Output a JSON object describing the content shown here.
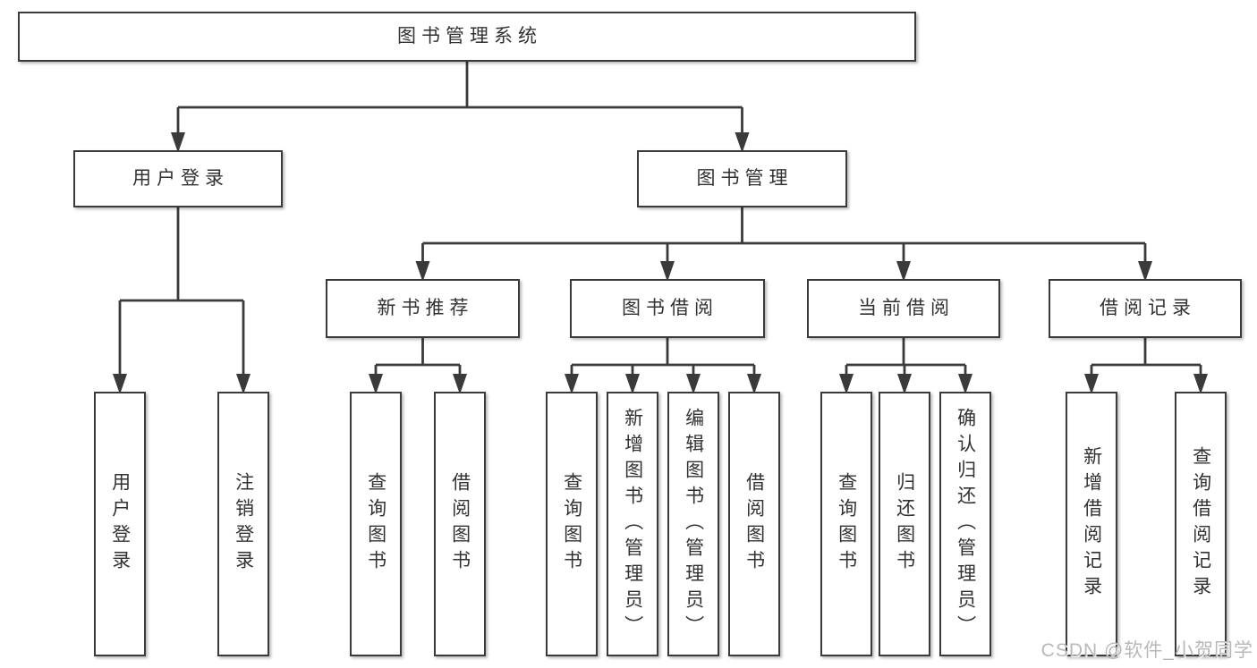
{
  "diagram": {
    "type": "hierarchy-tree",
    "title": "图书管理系统",
    "nodes": [
      {
        "id": "root",
        "label": "图书管理系统",
        "parent": null
      },
      {
        "id": "user-login",
        "label": "用户登录",
        "parent": "root"
      },
      {
        "id": "book-mgmt",
        "label": "图书管理",
        "parent": "root"
      },
      {
        "id": "new-book-rec",
        "label": "新书推荐",
        "parent": "book-mgmt"
      },
      {
        "id": "book-borrow",
        "label": "图书借阅",
        "parent": "book-mgmt"
      },
      {
        "id": "current-borrow",
        "label": "当前借阅",
        "parent": "book-mgmt"
      },
      {
        "id": "borrow-records",
        "label": "借阅记录",
        "parent": "book-mgmt"
      },
      {
        "id": "login",
        "label": "用户登录",
        "parent": "user-login"
      },
      {
        "id": "logout",
        "label": "注销登录",
        "parent": "user-login"
      },
      {
        "id": "nbr-query",
        "label": "查询图书",
        "parent": "new-book-rec"
      },
      {
        "id": "nbr-borrow",
        "label": "借阅图书",
        "parent": "new-book-rec"
      },
      {
        "id": "bb-query",
        "label": "查询图书",
        "parent": "book-borrow"
      },
      {
        "id": "bb-add",
        "label": "新增图书（管理员）",
        "parent": "book-borrow"
      },
      {
        "id": "bb-edit",
        "label": "编辑图书（管理员）",
        "parent": "book-borrow"
      },
      {
        "id": "bb-borrow",
        "label": "借阅图书",
        "parent": "book-borrow"
      },
      {
        "id": "cb-query",
        "label": "查询图书",
        "parent": "current-borrow"
      },
      {
        "id": "cb-return",
        "label": "归还图书",
        "parent": "current-borrow"
      },
      {
        "id": "cb-confirm",
        "label": "确认归还（管理员）",
        "parent": "current-borrow"
      },
      {
        "id": "br-add",
        "label": "新增借阅记录",
        "parent": "borrow-records"
      },
      {
        "id": "br-query",
        "label": "查询借阅记录",
        "parent": "borrow-records"
      }
    ]
  },
  "watermark": {
    "text": "CSDN @软件_小贺同学"
  },
  "colors": {
    "line": "#3a3a3a",
    "box_fill": "#ffffff",
    "text": "#323232",
    "watermark": "#b8b8b8"
  }
}
